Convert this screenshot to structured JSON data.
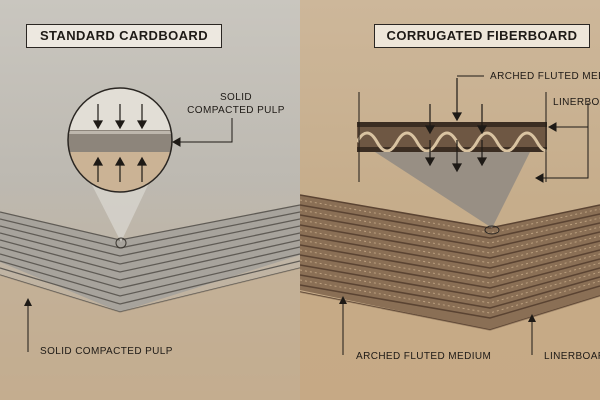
{
  "left": {
    "title": "STANDARD CARDBOARD",
    "callout": "SOLID\nCOMPACTED PULP",
    "bottom_label": "SOLID COMPACTED PULP"
  },
  "right": {
    "title": "CORRUGATED FIBERBOARD",
    "callout_top": "ARCHED FLUTED MEDIUM",
    "callout_side": "LINERBOARD",
    "bottom_label_1": "ARCHED FLUTED MEDIUM",
    "bottom_label_2": "LINERBOARD"
  },
  "colors": {
    "line": "#1e1a16",
    "cardboard_edge": "#6f6a63",
    "kraft": "#b69471"
  }
}
